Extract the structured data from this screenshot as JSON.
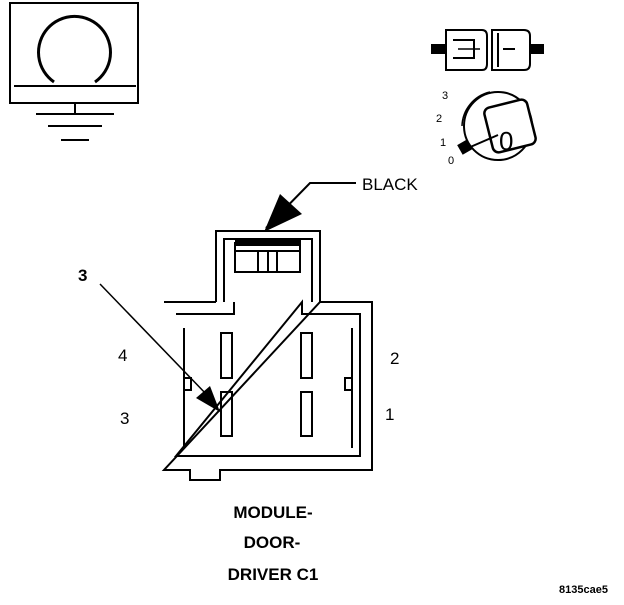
{
  "connector": {
    "color_label": "BLACK",
    "callout_pin": "3",
    "cavity_labels": {
      "top_left": "4",
      "bottom_left": "3",
      "top_right": "2",
      "bottom_right": "1"
    },
    "caption_lines": [
      "MODULE-",
      "DOOR-",
      "DRIVER C1"
    ]
  },
  "key_switch": {
    "positions": [
      "3",
      "2",
      "1",
      "0"
    ],
    "key_label": "0"
  },
  "figure_code": "8135cae5",
  "colors": {
    "ink": "#000000",
    "paper": "#ffffff"
  }
}
